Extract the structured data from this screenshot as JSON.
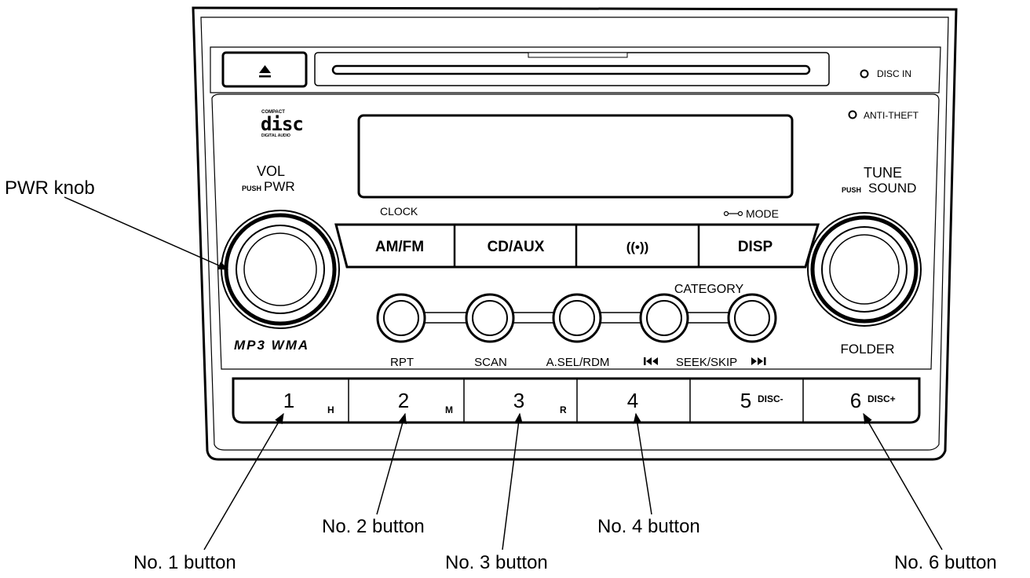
{
  "unit": {
    "indicators": {
      "disc_in": "DISC IN",
      "anti_theft": "ANTI-THEFT"
    },
    "logo": {
      "top": "COMPACT",
      "main": "disc",
      "bottom": "DIGITAL AUDIO"
    },
    "knobs": {
      "left": {
        "line1": "VOL",
        "line2_small": "PUSH",
        "line2": "PWR"
      },
      "right": {
        "line1": "TUNE",
        "line2_small": "PUSH",
        "line2": "SOUND"
      }
    },
    "upper_labels": {
      "clock": "CLOCK",
      "mode": "MODE",
      "category": "CATEGORY",
      "folder": "FOLDER"
    },
    "main_buttons": [
      "AM/FM",
      "CD/AUX",
      "((•))",
      "DISP"
    ],
    "round_button_labels": [
      "RPT",
      "SCAN",
      "A.SEL/RDM",
      "SEEK/SKIP"
    ],
    "format_logo": "MP3 WMA",
    "preset_buttons": [
      {
        "number": "1",
        "sub": "H"
      },
      {
        "number": "2",
        "sub": "M"
      },
      {
        "number": "3",
        "sub": "R"
      },
      {
        "number": "4",
        "sub": ""
      },
      {
        "number": "5",
        "sub": "DISC-"
      },
      {
        "number": "6",
        "sub": "DISC+"
      }
    ]
  },
  "callouts": {
    "pwr_knob": "PWR knob",
    "no1": "No. 1 button",
    "no2": "No. 2 button",
    "no3": "No. 3 button",
    "no4": "No. 4 button",
    "no6": "No. 6 button"
  }
}
